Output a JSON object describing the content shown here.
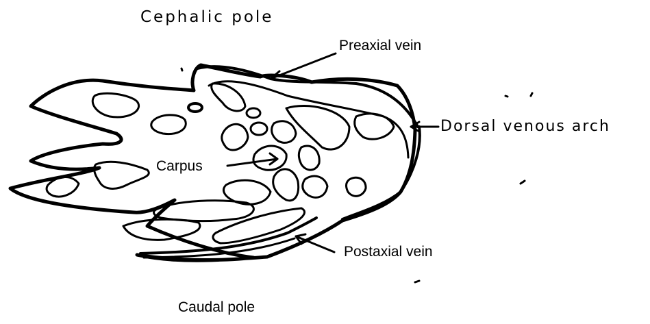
{
  "labels": {
    "cephalic_pole": "Cephalic pole",
    "preaxial_vein": "Preaxial vein",
    "dorsal_venous_arch": "Dorsal venous arch",
    "carpus": "Carpus",
    "postaxial_vein": "Postaxial vein",
    "caudal_pole": "Caudal pole"
  },
  "colors": {
    "ink": "#000000",
    "background": "#ffffff"
  }
}
